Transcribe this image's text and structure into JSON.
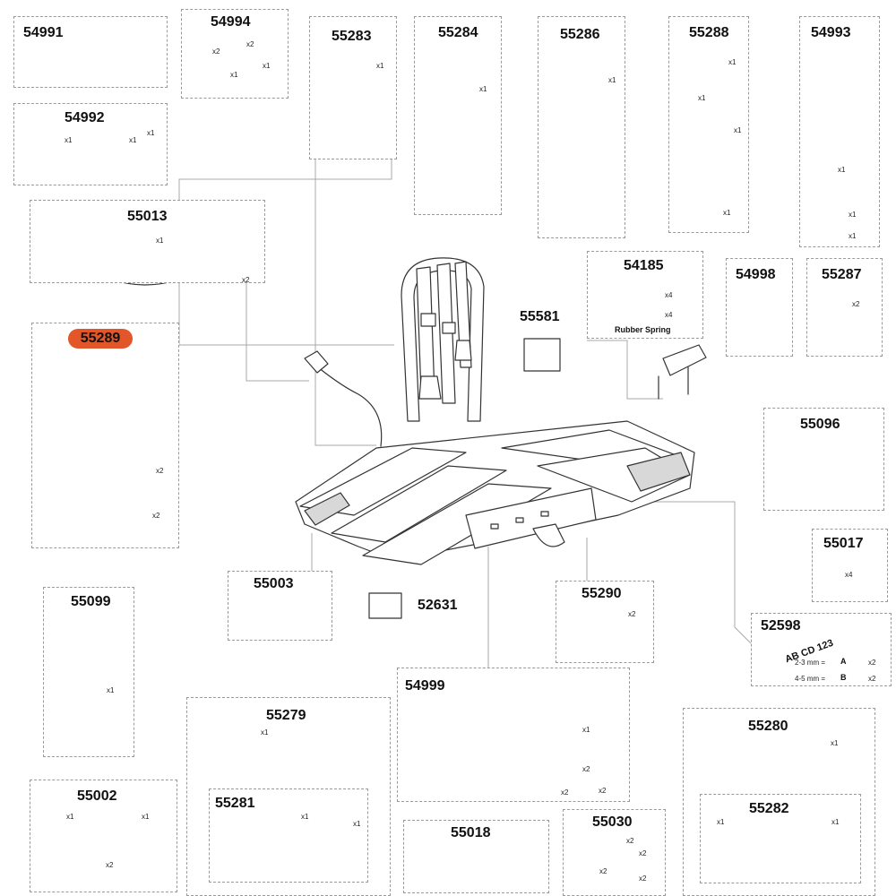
{
  "parts": {
    "p54991": "54991",
    "p54994": "54994",
    "p55283": "55283",
    "p55284": "55284",
    "p55286": "55286",
    "p55288": "55288",
    "p54993": "54993",
    "p54992": "54992",
    "p55013": "55013",
    "p55289": "55289",
    "p54185": "54185",
    "p54998": "54998",
    "p55287": "55287",
    "p55581": "55581",
    "p55096": "55096",
    "p55017": "55017",
    "p55003": "55003",
    "p52631": "52631",
    "p55290": "55290",
    "p52598": "52598",
    "p55099": "55099",
    "p54999": "54999",
    "p55279": "55279",
    "p55280": "55280",
    "p55002": "55002",
    "p55281": "55281",
    "p55282": "55282",
    "p55018": "55018",
    "p55030": "55030"
  },
  "qty": {
    "x1": "x1",
    "x2": "x2",
    "x4": "x4"
  },
  "labels": {
    "rubber_spring": "Rubber Spring",
    "plate_text": "AB CD 123",
    "size_a": "2-3 mm =",
    "size_b": "4-5 mm =",
    "letter_a": "A",
    "letter_b": "B"
  },
  "colors": {
    "highlight": "#e2562a",
    "outline": "#333333",
    "dash": "#9a9a9a"
  }
}
